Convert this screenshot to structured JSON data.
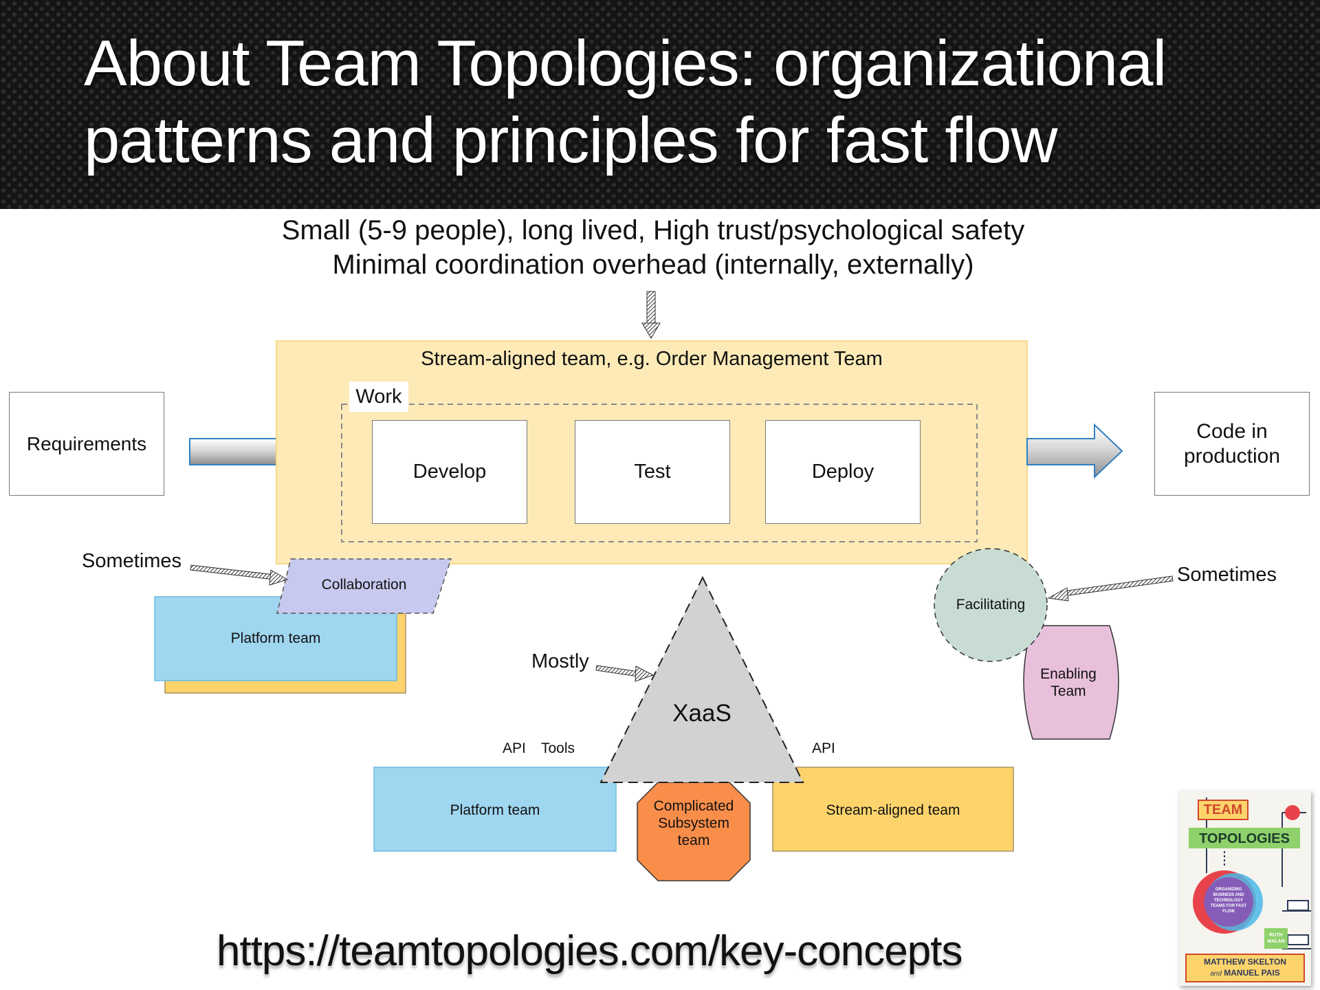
{
  "header": {
    "title_line1": "About Team Topologies: organizational",
    "title_line2": "patterns and principles for fast flow"
  },
  "subtitle": {
    "line1": "Small (5-9 people), long lived, High trust/psychological safety",
    "line2": "Minimal coordination overhead (internally, externally)"
  },
  "flow": {
    "requirements": "Requirements",
    "code_in_production": "Code in production",
    "stream_team_label": "Stream-aligned team, e.g. Order Management Team",
    "work_label": "Work",
    "steps": [
      "Develop",
      "Test",
      "Deploy"
    ]
  },
  "left": {
    "sometimes": "Sometimes",
    "collaboration": "Collaboration",
    "platform_team": "Platform team"
  },
  "center": {
    "mostly": "Mostly",
    "xaas": "XaaS",
    "api_left": "API",
    "tools": "Tools",
    "api_right": "API",
    "platform_team": "Platform team",
    "complicated_subsystem": "Complicated Subsystem team",
    "stream_aligned_team": "Stream-aligned team"
  },
  "right": {
    "sometimes": "Sometimes",
    "facilitating": "Facilitating",
    "enabling_team": "Enabling Team"
  },
  "book": {
    "title_top": "TEAM",
    "title_bottom": "TOPOLOGIES",
    "tagline": "ORGANIZING BUSINESS AND TECHNOLOGY TEAMS FOR FAST FLOW",
    "foreword": "RUTH MALAN",
    "author1": "MATTHEW SKELTON",
    "author_join": "and",
    "author2": "MANUEL PAIS"
  },
  "footer": {
    "url": "https://teamtopologies.com/key-concepts"
  },
  "colors": {
    "stream_yellow": "#fdeab7",
    "platform_blue": "#9fd6f0",
    "team_yellow": "#fdd46c",
    "subsystem_orange": "#f98e4a",
    "facilitating_green": "#c8dcd3",
    "enabling_pink": "#e8c0dc",
    "collaboration_lavender": "#c8c9ee",
    "xaas_gray": "#d2d2d2"
  }
}
